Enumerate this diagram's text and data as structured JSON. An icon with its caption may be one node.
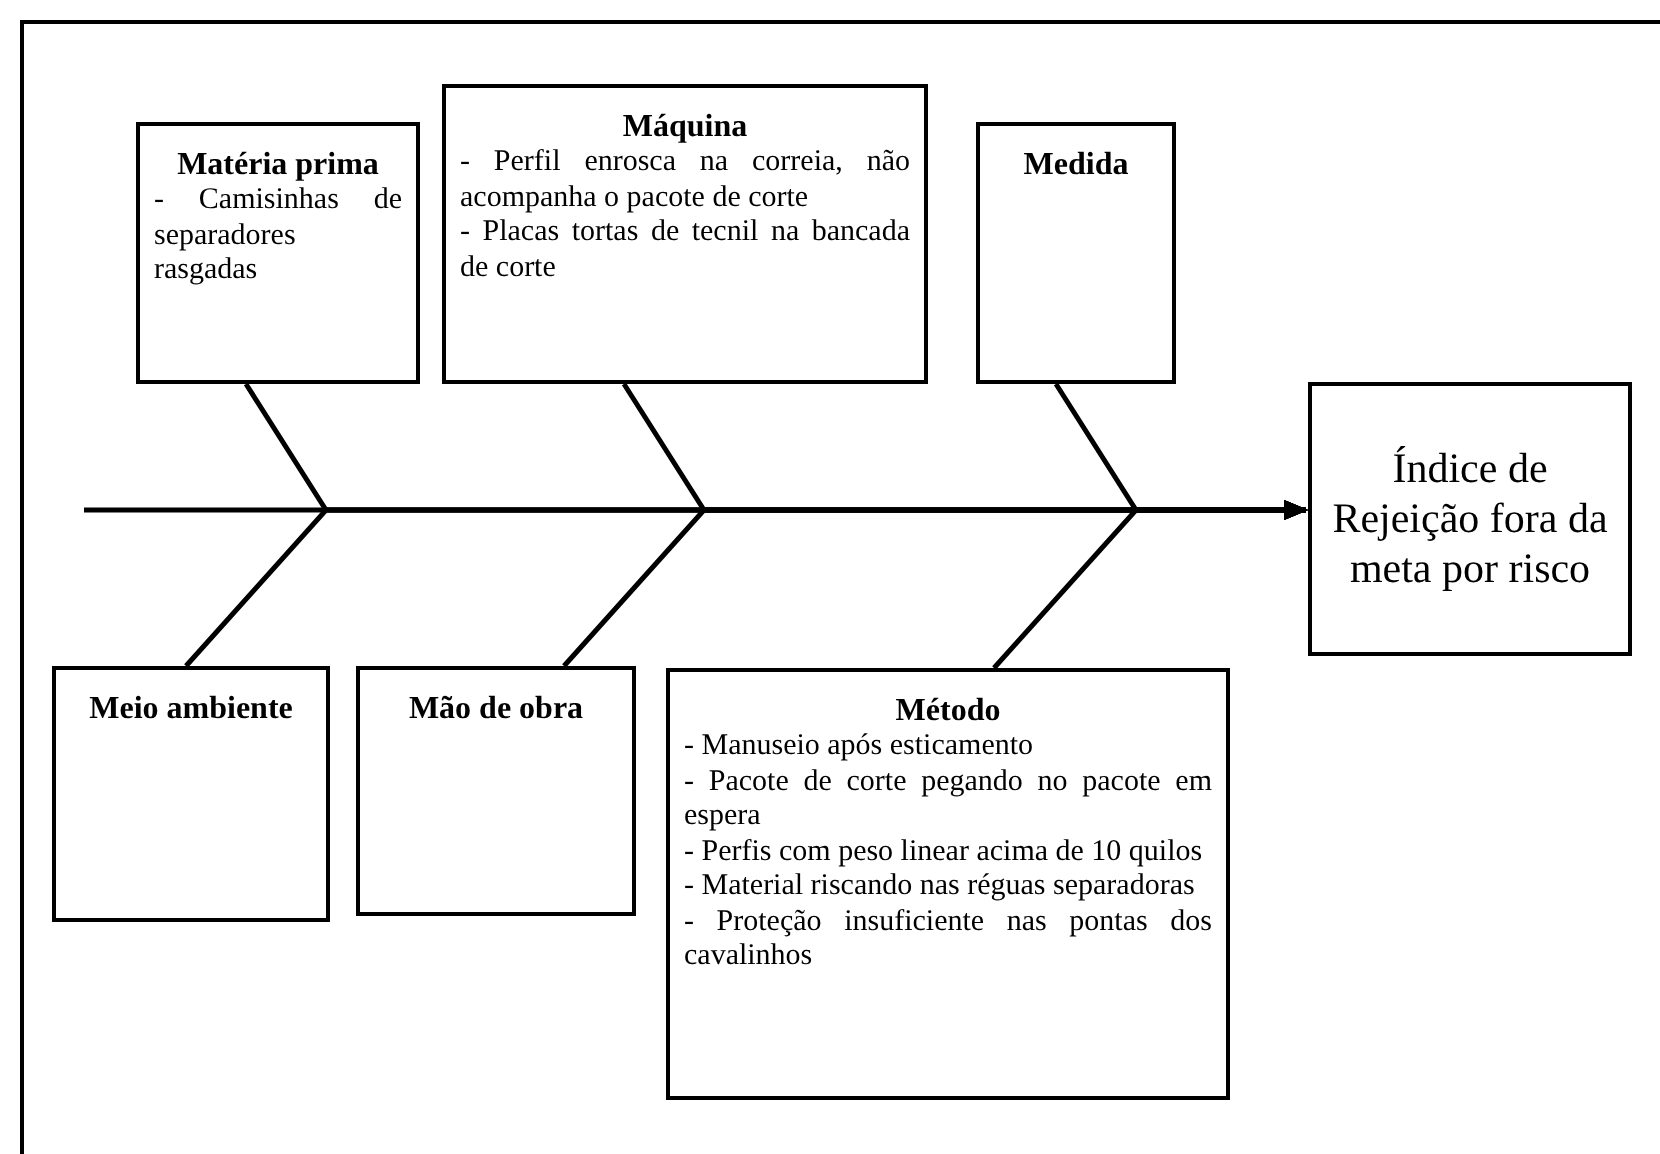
{
  "diagram": {
    "nodes": [
      {
        "text": [
          "Matéria prima",
          "- Camisinhas de separadores rasgadas"
        ]
      },
      {
        "text": [
          "Máquina",
          "- Perfil enrosca na correia, não acompanha o pacote de corte",
          "- Placas tortas de tecnil na bancada de corte"
        ]
      },
      {
        "text": [
          "Medida"
        ]
      },
      {
        "text": [
          "Índice de Rejeição fora da meta por risco"
        ]
      },
      {
        "text": [
          "Meio ambiente"
        ]
      },
      {
        "text": [
          "Mão de obra"
        ]
      },
      {
        "text": [
          "Método",
          "- Manuseio após esticamento",
          "- Pacote de corte pegando no pacote em espera",
          "- Perfis com peso linear acima de 10 quilos",
          "- Material riscando nas réguas separadoras",
          "- Proteção insuficiente nas pontas dos cavalinhos"
        ]
      }
    ],
    "edges": [
      {
        "from": null,
        "to": 3,
        "arrow": "to"
      },
      {
        "from": 0,
        "to": 3,
        "arrow": "to"
      },
      {
        "from": 1,
        "to": 3,
        "arrow": "to"
      },
      {
        "from": 2,
        "to": 3,
        "arrow": "to"
      },
      {
        "from": 4,
        "to": 3,
        "arrow": "to"
      },
      {
        "from": 5,
        "to": 3,
        "arrow": "to"
      },
      {
        "from": 6,
        "to": 3,
        "arrow": "to"
      }
    ]
  }
}
